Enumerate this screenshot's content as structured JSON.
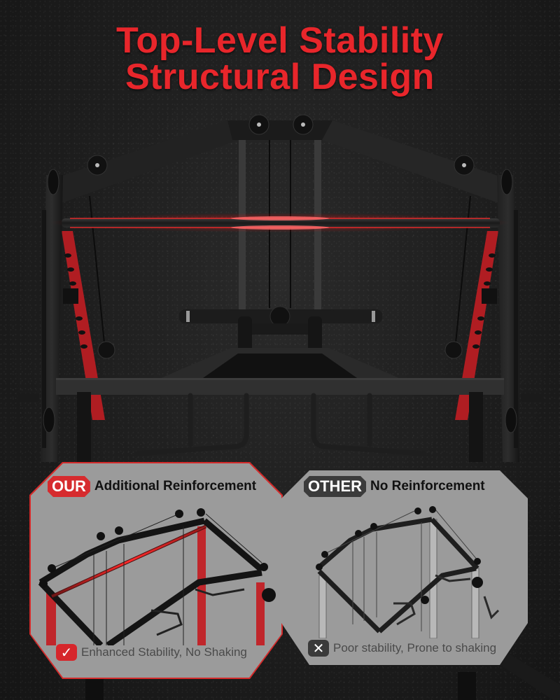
{
  "headline": {
    "line1": "Top-Level Stability",
    "line2": "Structural Design",
    "color": "#e8262b"
  },
  "comparison": {
    "ours": {
      "tag": "OUR",
      "title": "Additional Reinforcement",
      "footer": "Enhanced Stability, No Shaking",
      "icon": "check-icon",
      "accent": "#d62b2e"
    },
    "other": {
      "tag": "OTHER",
      "title": "No Reinforcement",
      "footer": "Poor stability, Prone to shaking",
      "icon": "x-icon",
      "accent": "#3b3b3b"
    }
  },
  "colors": {
    "background": "#1e1e1e",
    "frame": "#1a1a1a",
    "upright_red": "#b01d22",
    "glow": "#ff2a2a",
    "panel_bg": "#9b9b9b"
  }
}
